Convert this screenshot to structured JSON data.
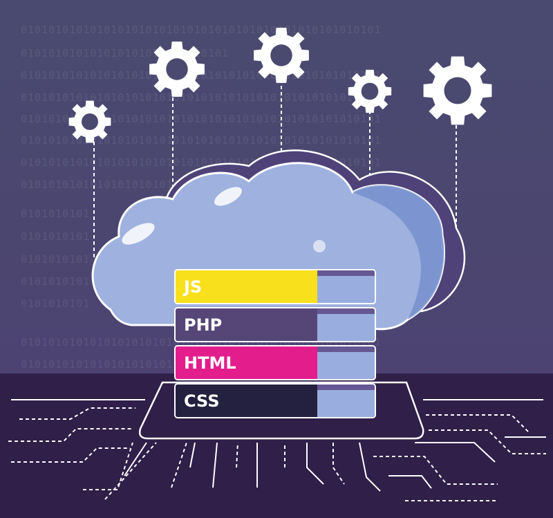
{
  "scene": {
    "binary_rows": [
      "0101010101010101010101010101010101010101010101010101",
      "010101010101010101010101010101",
      "0101010101010101010101010101010101010101010101010101",
      "0101010101010101010101010101010101010101010101010101",
      "0101010101010101010101010101010101010101010101010101",
      "0101010101010101010101010101010101010101010101010101",
      "0101010101010101010101010101010101010101010101010101",
      "010101010101010101010101",
      "0101010101",
      "0101010101",
      "0101010101",
      "0101010101",
      "0101010101",
      "0101010101010101010101010101010101010101010101010101",
      "010101010101010101010101010101010101"
    ],
    "stack_layers": [
      {
        "label": "JS",
        "color": "#f9e01c",
        "text_color": "#ffffff"
      },
      {
        "label": "PHP",
        "color": "#564677",
        "text_color": "#ffffff"
      },
      {
        "label": "HTML",
        "color": "#e41d8c",
        "text_color": "#ffffff"
      },
      {
        "label": "CSS",
        "color": "#24203f",
        "text_color": "#ffffff"
      }
    ],
    "colors": {
      "background": "#4a4a70",
      "floor": "#2f1f49",
      "cloud_fill": "#9eb1df",
      "cloud_shadow": "#4f4279",
      "lines": "#ffffff"
    },
    "icons": [
      "gear-icon",
      "gear-icon",
      "gear-icon",
      "gear-icon",
      "gear-icon",
      "cloud-icon",
      "circuit-board-icon",
      "server-stack-icon"
    ]
  }
}
